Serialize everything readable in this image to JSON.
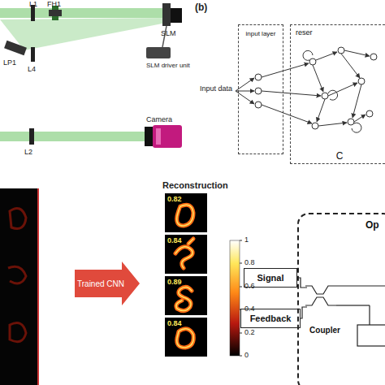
{
  "diagram": {
    "nodes": [
      {
        "text": [
          "input layer"
        ]
      },
      {
        "text": [
          "reser",
          "C"
        ]
      },
      {
        "text": [
          "Signal"
        ]
      },
      {
        "text": [
          "Feedback"
        ]
      },
      {
        "text": [
          "Op"
        ]
      },
      {
        "text": [
          "Coupler"
        ],
        "in": 4
      },
      {
        "text": [
          "Trained CNN"
        ]
      }
    ],
    "edges": [
      {
        "from": 2,
        "to": 5,
        "arrow": "none"
      },
      {
        "from": 3,
        "to": 5,
        "arrow": "none"
      }
    ],
    "labels": [
      "L1",
      "FH1",
      "SLM",
      "SLM driver unit",
      "LP1",
      "L4",
      "L2",
      "Camera",
      "(b)",
      "Input data",
      "Reconstruction",
      "0.82",
      "0.84",
      "0.89",
      "0.84",
      "1",
      "0.8",
      "0.6",
      "0.4",
      "0.2",
      "0"
    ]
  }
}
